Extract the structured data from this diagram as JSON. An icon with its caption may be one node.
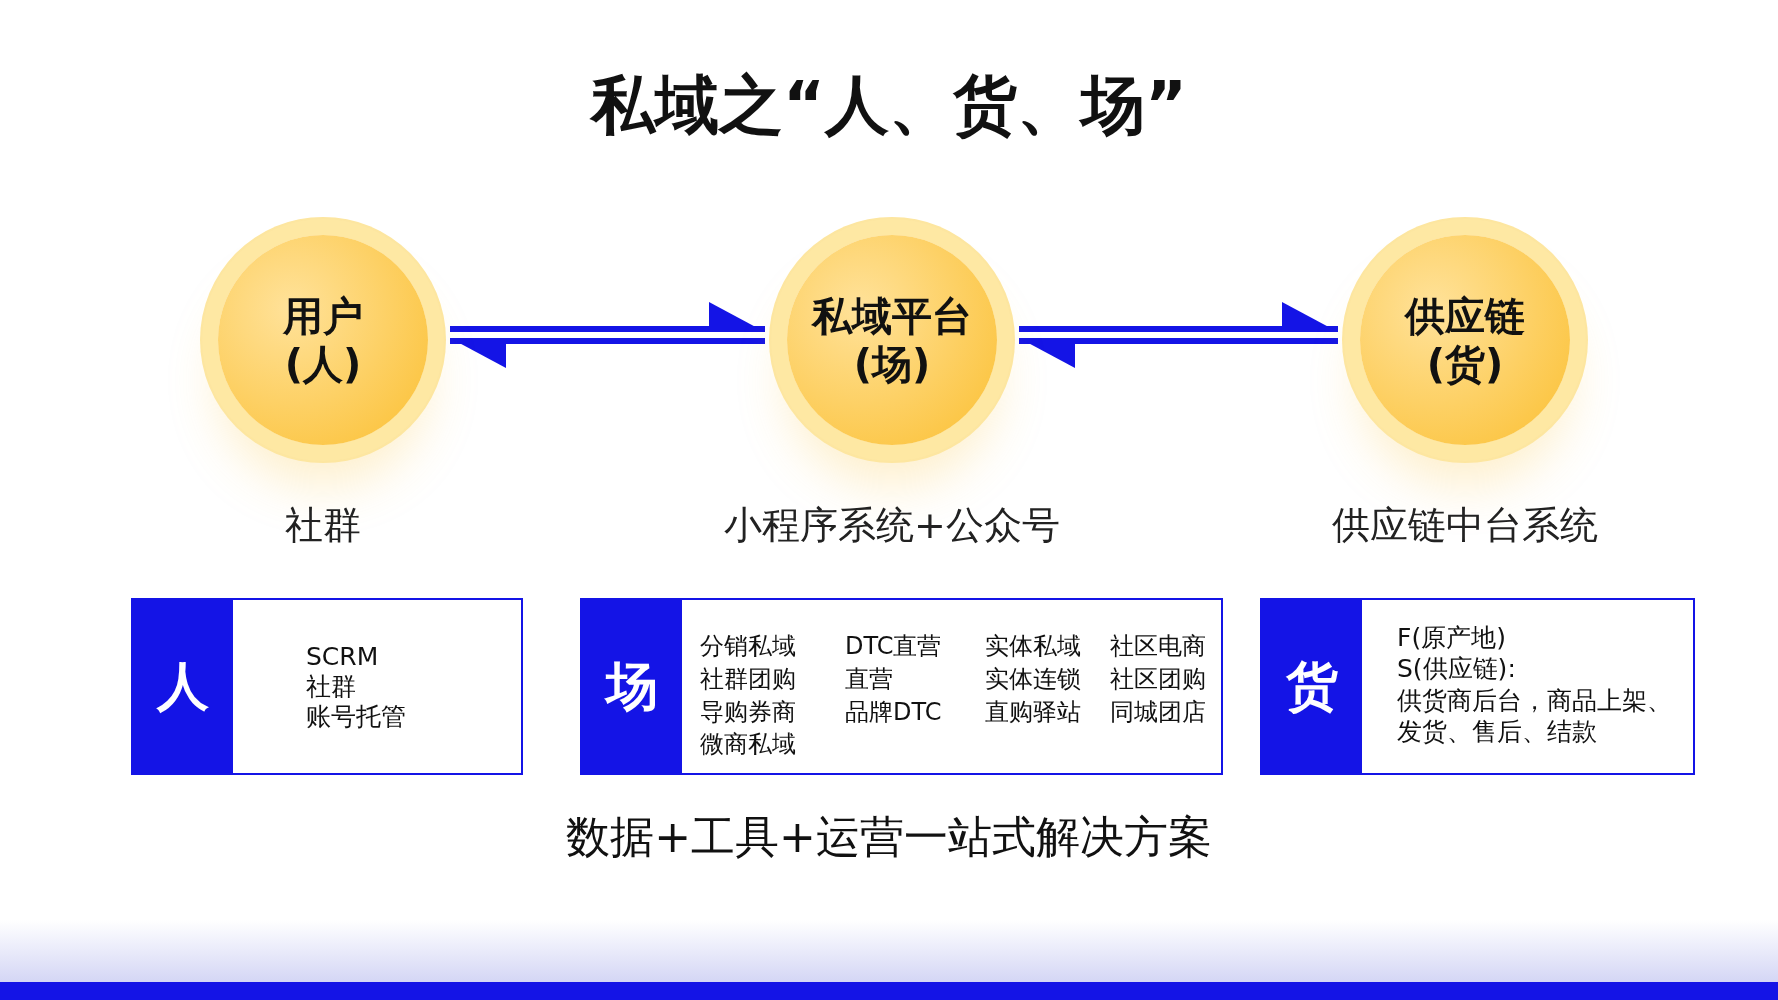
{
  "diagram": {
    "title": "私域之“人、货、场”",
    "nodes": [
      {
        "text": [
          "用户 (人)"
        ],
        "beside": [
          "社群"
        ]
      },
      {
        "text": [
          "私域平台 (场)"
        ],
        "beside": [
          "小程序系统+公众号"
        ]
      },
      {
        "text": [
          "供应链 (货)"
        ],
        "beside": [
          "供应链中台系统"
        ]
      },
      {
        "text": [
          "人",
          "SCRM",
          "社群",
          "账号托管"
        ]
      },
      {
        "text": [
          "场",
          "分销私域",
          "DTC直营",
          "实体私域",
          "社区电商",
          "社群团购",
          "直营",
          "实体连锁",
          "社区团购",
          "导购券商",
          "品牌DTC",
          "直购驿站",
          "同城团店",
          "微商私域"
        ]
      },
      {
        "text": [
          "货",
          "F(原产地)",
          "S(供应链):",
          "供货商后台，商品上架、发货、售后、结款"
        ]
      }
    ],
    "edges": [
      {
        "from": 0,
        "to": 1,
        "arrow": "both"
      },
      {
        "from": 1,
        "to": 2,
        "arrow": "both"
      }
    ],
    "labels": [
      "数据+工具+运营一站式解决方案"
    ]
  }
}
